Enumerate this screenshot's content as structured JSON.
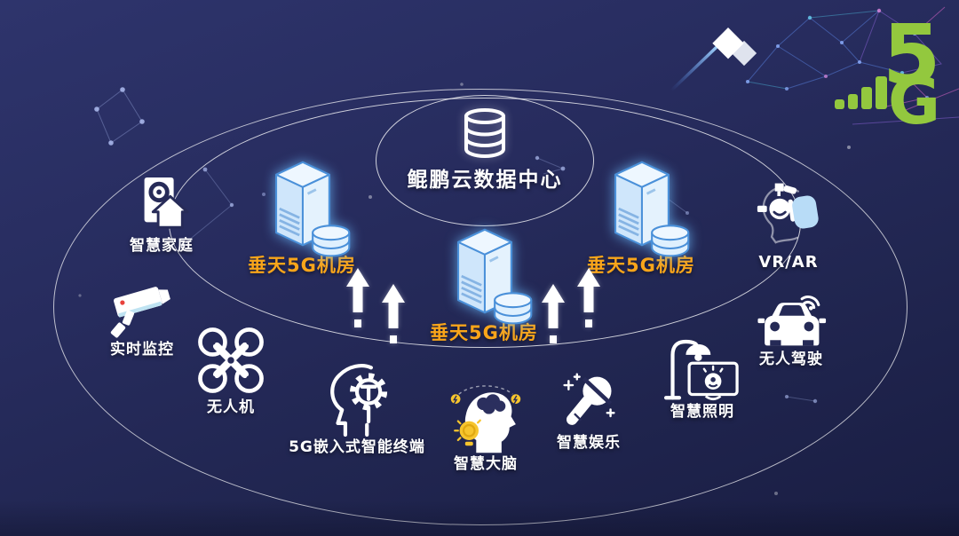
{
  "colors": {
    "background_top": "#2e346c",
    "background_bottom": "#191d42",
    "ring_stroke": "#ffffff",
    "server_fill": "#cfe6fb",
    "server_outline": "#4a90d9",
    "label_white": "#ffffff",
    "label_orange": "#f9a51a",
    "logo_green": "#93c83e",
    "accent_yellow": "#f7c52d",
    "headset_blue": "#b8dcf7"
  },
  "logo": {
    "five": "5",
    "g": "G"
  },
  "data_center": {
    "label": "鲲鹏云数据中心"
  },
  "server_rooms": [
    {
      "position": "left",
      "label": "垂天5G机房"
    },
    {
      "position": "middle",
      "label": "垂天5G机房"
    },
    {
      "position": "right",
      "label": "垂天5G机房"
    }
  ],
  "applications": [
    {
      "id": "smart-home",
      "label": "智慧家庭"
    },
    {
      "id": "realtime-monitoring",
      "label": "实时监控"
    },
    {
      "id": "drone",
      "label": "无人机"
    },
    {
      "id": "5g-embedded-terminal",
      "label": "5G嵌入式智能终端"
    },
    {
      "id": "smart-brain",
      "label": "智慧大脑"
    },
    {
      "id": "smart-entertainment",
      "label": "智慧娱乐"
    },
    {
      "id": "smart-lighting",
      "label": "智慧照明"
    },
    {
      "id": "autonomous-driving",
      "label": "无人驾驶"
    },
    {
      "id": "vr-ar",
      "label": "VR/AR"
    }
  ]
}
